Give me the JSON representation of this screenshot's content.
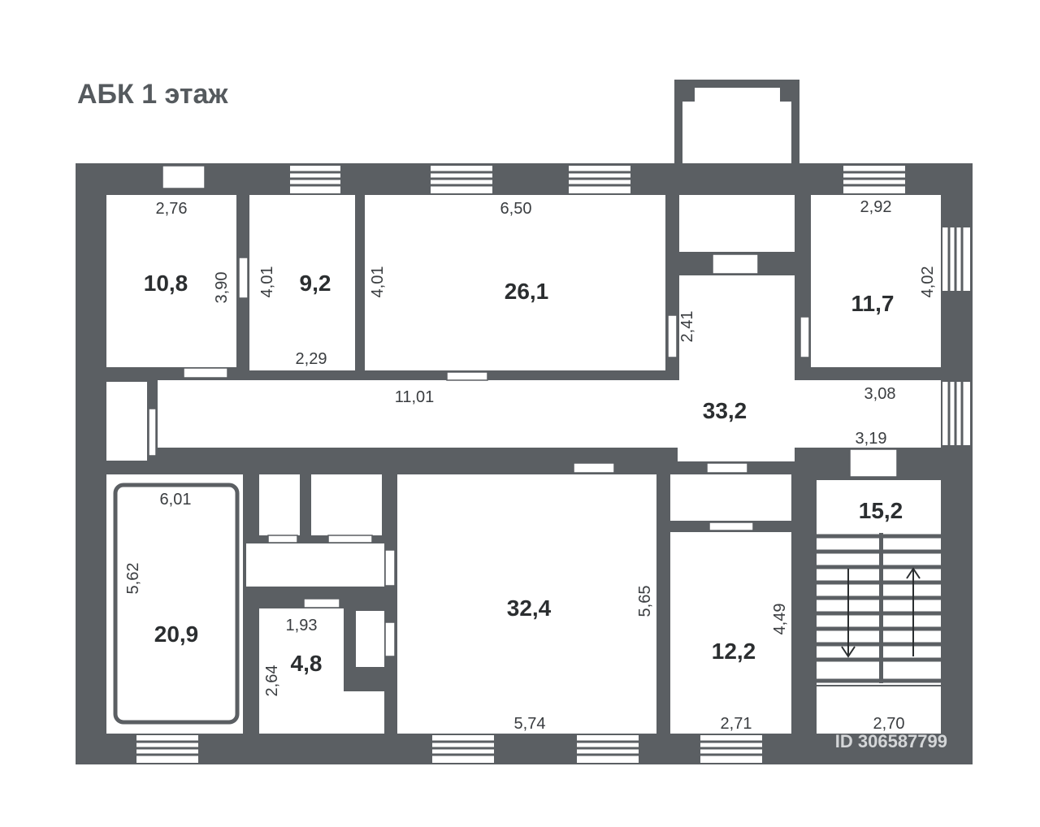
{
  "title": "АБК 1 этаж",
  "rooms": [
    {
      "area": "10,8",
      "dims": [
        "2,76",
        "3,90"
      ]
    },
    {
      "area": "9,2",
      "dims": [
        "4,01",
        "2,29"
      ]
    },
    {
      "area": "26,1",
      "dims": [
        "6,50",
        "4,01",
        "2,41"
      ]
    },
    {
      "area": "11,7",
      "dims": [
        "2,92",
        "4,02"
      ]
    },
    {
      "area": "33,2",
      "dims": [
        "11,01",
        "3,08",
        "3,19"
      ]
    },
    {
      "area": "20,9",
      "dims": [
        "6,01",
        "5,62"
      ]
    },
    {
      "area": "4,8",
      "dims": [
        "1,93",
        "2,64"
      ]
    },
    {
      "area": "32,4",
      "dims": [
        "5,65",
        "5,74"
      ]
    },
    {
      "area": "12,2",
      "dims": [
        "4,49",
        "2,71"
      ]
    },
    {
      "area": "15,2",
      "dims": [
        "2,70"
      ]
    }
  ],
  "watermark": "ID 306587799",
  "colors": {
    "wall": "#5b5f63",
    "floor": "#ffffff",
    "text": "#2b2e30"
  }
}
